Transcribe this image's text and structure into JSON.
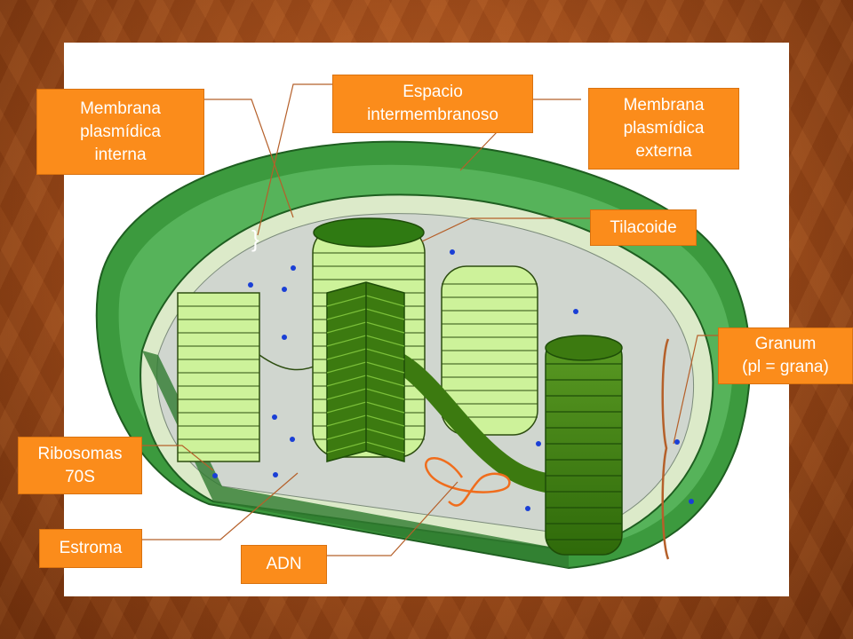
{
  "labels": {
    "membrana_interna": [
      "Membrana",
      "plasmídica",
      "interna"
    ],
    "espacio": [
      "Espacio",
      "intermembranoso"
    ],
    "membrana_externa": [
      "Membrana",
      "plasmídica",
      "externa"
    ],
    "tilacoide": [
      "Tilacoide"
    ],
    "granum": [
      "Granum",
      "(pl = grana)"
    ],
    "ribosomas": [
      "Ribosomas",
      "70S"
    ],
    "estroma": [
      "Estroma"
    ],
    "adn": [
      "ADN"
    ]
  },
  "colors": {
    "label_bg": "#fb8c1b",
    "outer_membrane": "#3c9a3e",
    "outer_face": "#56b35a",
    "inner_membrane": "#dceac9",
    "stroma": "#d0d6cf",
    "thylakoid_light": "#cdf29a",
    "thylakoid_dark": "#3c7a10",
    "ribosome": "#1a3fd6",
    "dna": "#f06d1c",
    "leader_line": "#b5602a"
  }
}
